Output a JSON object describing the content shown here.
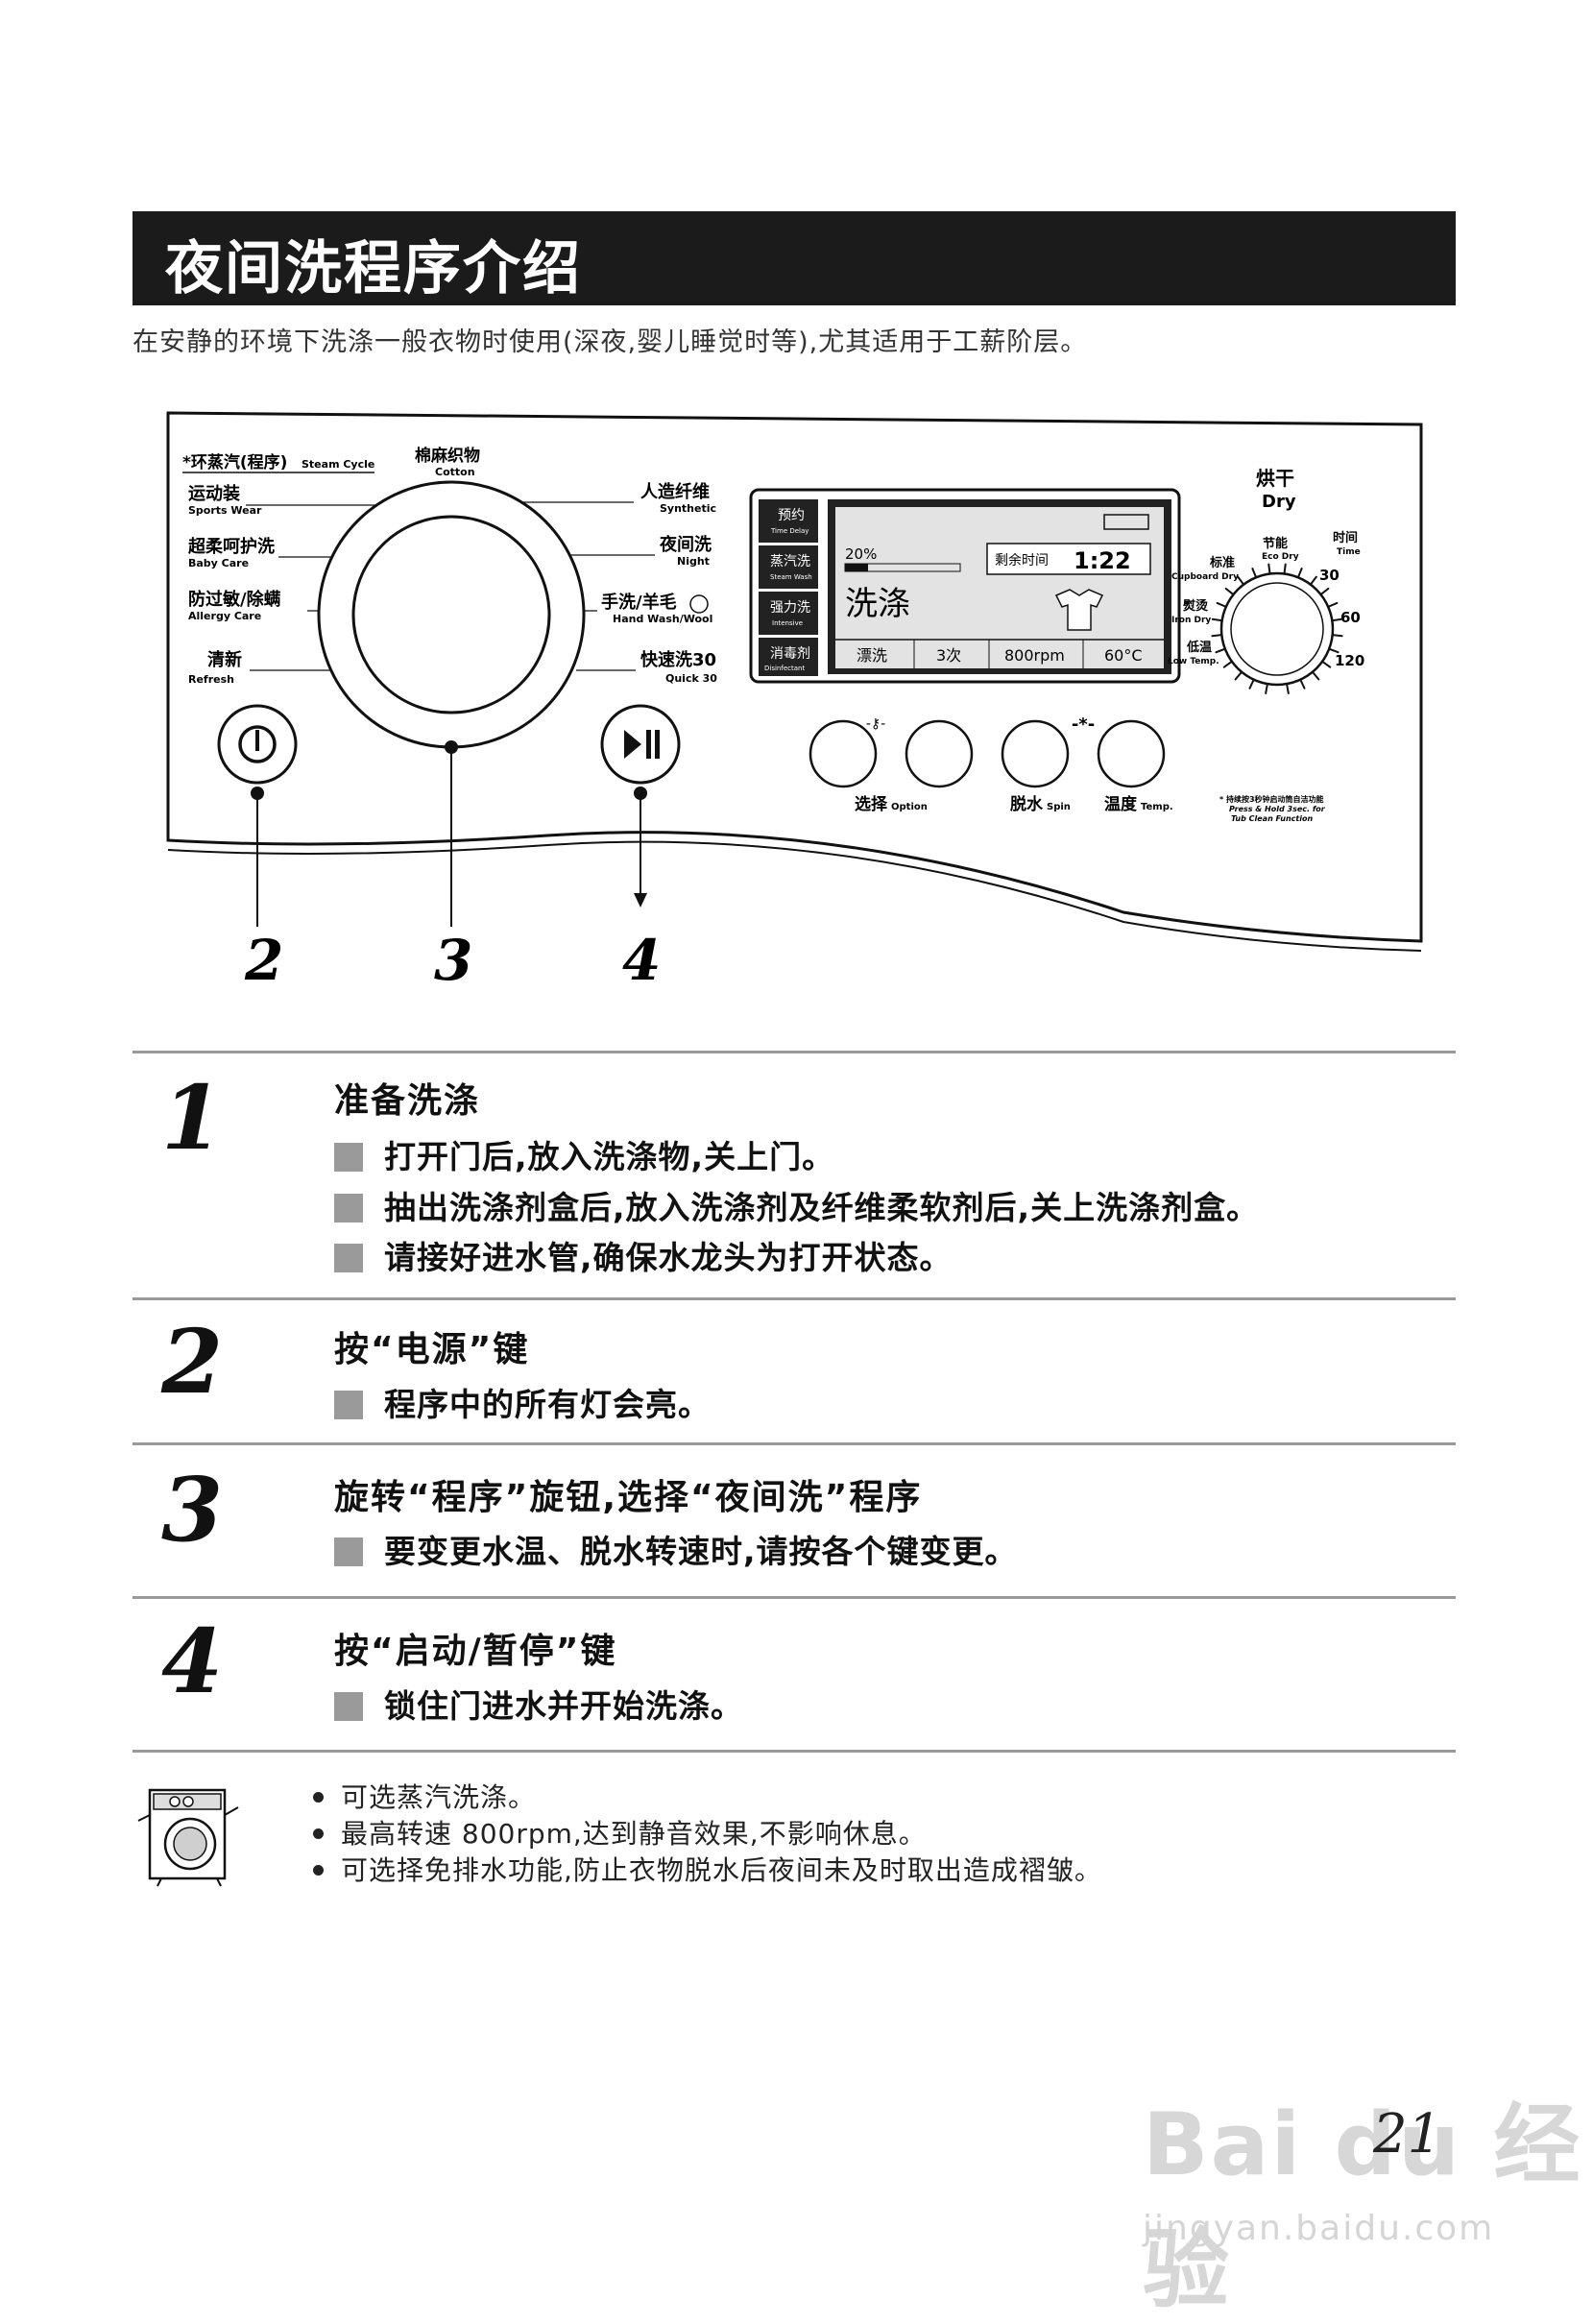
{
  "header": {
    "title": "夜间洗程序介绍",
    "subtitle": "在安静的环境下洗涤一般衣物时使用(深夜,婴儿睡觉时等),尤其适用于工薪阶层。"
  },
  "panel": {
    "program_labels": {
      "steam_cycle_cn": "*环蒸汽(程序)",
      "steam_cycle_en": "Steam Cycle",
      "sports_cn": "运动装",
      "sports_en": "Sports Wear",
      "baby_cn": "超柔呵护洗",
      "baby_en": "Baby Care",
      "allergy_cn": "防过敏/除螨",
      "allergy_en": "Allergy Care",
      "refresh_cn": "清新",
      "refresh_en": "Refresh",
      "cotton_cn": "棉麻织物",
      "cotton_en": "Cotton",
      "synthetic_cn": "人造纤维",
      "synthetic_en": "Synthetic",
      "night_cn": "夜间洗",
      "night_en": "Night",
      "handwash_cn": "手洗/羊毛",
      "handwash_en": "Hand Wash/Wool",
      "quick_cn": "快速洗30",
      "quick_en": "Quick 30"
    },
    "display": {
      "side_buttons": [
        {
          "cn": "预约",
          "en": "Time Delay"
        },
        {
          "cn": "蒸汽洗",
          "en": "Steam Wash"
        },
        {
          "cn": "强力洗",
          "en": "Intensive"
        },
        {
          "cn": "消毒剂",
          "en": "Disinfectant"
        }
      ],
      "progress": "20%",
      "progress_fraction": 0.2,
      "remaining_label": "剩余时间",
      "remaining_time": "1:22",
      "status": "洗涤",
      "bottom": [
        "漂洗",
        "3次",
        "800rpm",
        "60°C"
      ]
    },
    "dryer": {
      "title_cn": "烘干",
      "title_en": "Dry",
      "time_cn": "时间",
      "time_en": "Time",
      "eco_cn": "节能",
      "eco_en": "Eco Dry",
      "cupboard_cn": "标准",
      "cupboard_en": "Cupboard Dry",
      "iron_cn": "熨烫",
      "iron_en": "Iron Dry",
      "low_cn": "低温",
      "low_en": "Low Temp.",
      "t30": "30",
      "t60": "60",
      "t120": "120"
    },
    "buttons": {
      "option_cn": "选择",
      "option_en": "Option",
      "spin_cn": "脱水",
      "spin_en": "Spin",
      "temp_cn": "温度",
      "temp_en": "Temp.",
      "tub_clean_1": "* 持续按3秒钟启动筒自洁功能",
      "tub_clean_2": "Press & Hold 3sec. for",
      "tub_clean_3": "Tub Clean Function"
    },
    "callouts": [
      "2",
      "3",
      "4"
    ]
  },
  "steps": [
    {
      "number": "1",
      "title": "准备洗涤",
      "bullets": [
        "打开门后,放入洗涤物,关上门。",
        "抽出洗涤剂盒后,放入洗涤剂及纤维柔软剂后,关上洗涤剂盒。",
        "请接好进水管,确保水龙头为打开状态。"
      ]
    },
    {
      "number": "2",
      "title": "按“电源”键",
      "bullets": [
        "程序中的所有灯会亮。"
      ]
    },
    {
      "number": "3",
      "title": "旋转“程序”旋钮,选择“夜间洗”程序",
      "bullets": [
        "要变更水温、脱水转速时,请按各个键变更。"
      ]
    },
    {
      "number": "4",
      "title": "按“启动/暂停”键",
      "bullets": [
        "锁住门进水并开始洗涤。"
      ]
    }
  ],
  "notes": [
    "可选蒸汽洗涤。",
    "最高转速 800rpm,达到静音效果,不影响休息。",
    "可选择免排水功能,防止衣物脱水后夜间未及时取出造成褶皱。"
  ],
  "page_number": "21",
  "watermark": {
    "brand": "Bai du 经验",
    "url": "jingyan.baidu.com"
  }
}
